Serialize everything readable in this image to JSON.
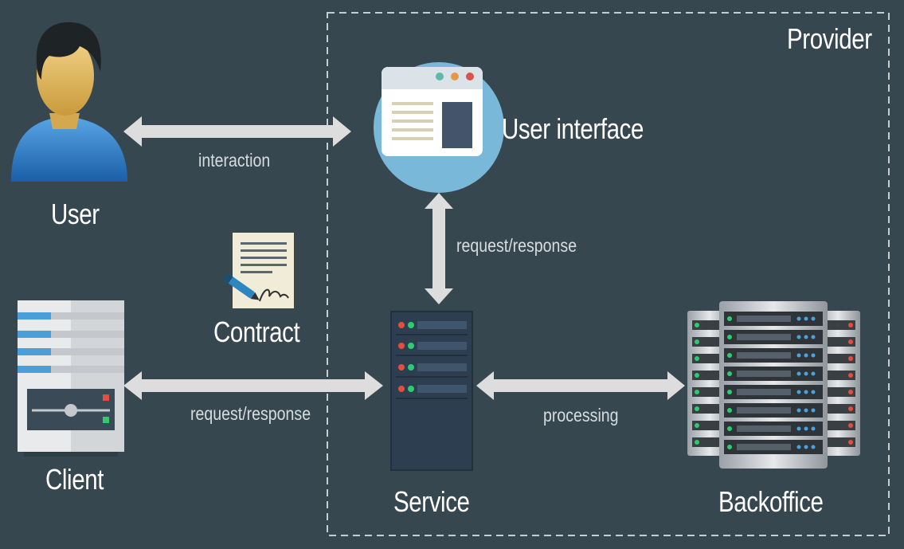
{
  "diagram": {
    "provider_label": "Provider",
    "nodes": {
      "user": {
        "label": "User",
        "icon": "user-avatar-icon"
      },
      "client": {
        "label": "Client",
        "icon": "client-computer-icon"
      },
      "contract": {
        "label": "Contract",
        "icon": "signed-contract-icon"
      },
      "user_interface": {
        "label": "User interface",
        "icon": "browser-window-icon"
      },
      "service": {
        "label": "Service",
        "icon": "server-rack-icon"
      },
      "backoffice": {
        "label": "Backoffice",
        "icon": "server-stack-icon"
      }
    },
    "edges": {
      "user_ui": {
        "label": "interaction"
      },
      "ui_service": {
        "label": "request/response"
      },
      "client_service": {
        "label": "request/response"
      },
      "service_backoffice": {
        "label": "processing"
      }
    }
  },
  "colors": {
    "background": "#37474f",
    "arrow": "#dddddd",
    "ui_circle": "#7ab8d9",
    "server_dark": "#2d3e50"
  }
}
